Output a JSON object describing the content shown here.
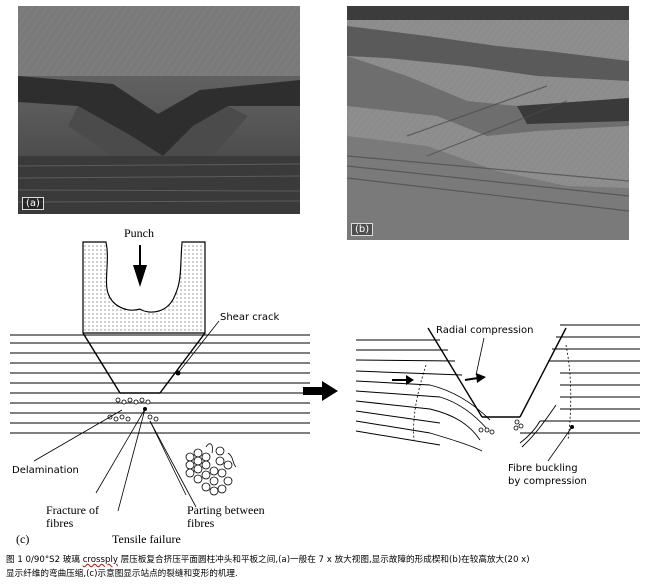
{
  "photos": {
    "a": {
      "label": "(a)"
    },
    "b": {
      "label": "(b)"
    }
  },
  "diagram": {
    "punch_label": "Punch",
    "shear_crack_label": "Shear crack",
    "delamination_label": "Delamination",
    "fracture_label_1": "Fracture of",
    "fracture_label_2": "fibres",
    "parting_label_1": "Parting between",
    "parting_label_2": "fibres",
    "panel_c_label": "(c)",
    "tensile_label": "Tensile failure",
    "radial_label": "Radial compression",
    "buckling_label_1": "Fibre buckling",
    "buckling_label_2": "by compression"
  },
  "caption": {
    "part1": "图 1 0/90°S2 玻璃 ",
    "underlined": "crossply",
    "part2": " 层压板复合挤压平面圆柱冲头和平板之间,(a)一般在 7 x 放大视图,显示故障的形成楔和(b)在较高放大(20 x)",
    "line2": "显示纤维的弯曲压缩,(c)示意图显示站点的裂缝和变形的机理."
  }
}
